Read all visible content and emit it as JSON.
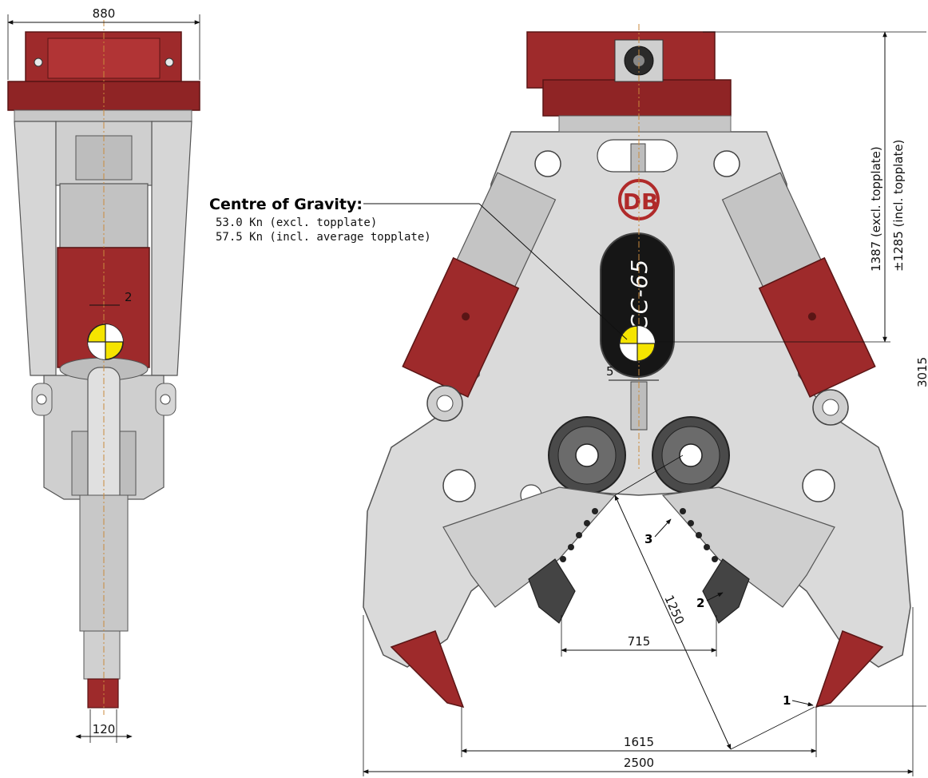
{
  "colors": {
    "body_red": "#9e2a2b",
    "body_red_dark": "#6e1a1b",
    "steel_light": "#d9d9d9",
    "steel_mid": "#b5b5b5",
    "steel_dark": "#777777",
    "cog_yellow": "#f5e400",
    "center_line": "#c98a3c"
  },
  "cog": {
    "title": "Centre of Gravity:",
    "line1": "53.0 Kn (excl. topplate)",
    "line2": "57.5 Kn (incl. average topplate)"
  },
  "logo": {
    "text": "DB"
  },
  "model": {
    "text": "DCC-65"
  },
  "dimensions": {
    "top_width": "880",
    "bottom_width": "120",
    "cog_offset_side": "2",
    "cog_offset_front": "5",
    "height_excl": "1387 (excl. topplate)",
    "height_incl": "±1285 (incl. topplate)",
    "overall_height": "3015",
    "jaw_gap": "715",
    "jaw_length": "1250",
    "tip_span": "1615",
    "overall_width": "2500"
  },
  "callouts": {
    "one": "1",
    "two": "2",
    "three": "3"
  }
}
